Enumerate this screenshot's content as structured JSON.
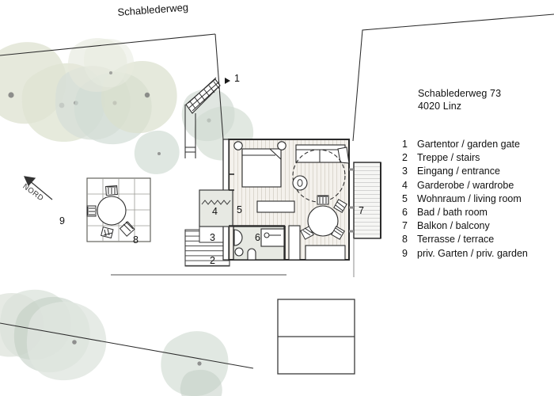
{
  "site": {
    "street_label": "Schablederweg",
    "north_label": "NORD"
  },
  "address": {
    "line1": "Schablederweg 73",
    "line2": "4020 Linz"
  },
  "legend": {
    "items": [
      {
        "num": "1",
        "label": "Gartentor / garden gate"
      },
      {
        "num": "2",
        "label": "Treppe / stairs"
      },
      {
        "num": "3",
        "label": "Eingang / entrance"
      },
      {
        "num": "4",
        "label": "Garderobe / wardrobe"
      },
      {
        "num": "5",
        "label": "Wohnraum / living room"
      },
      {
        "num": "6",
        "label": "Bad / bath room"
      },
      {
        "num": "7",
        "label": "Balkon / balcony"
      },
      {
        "num": "8",
        "label": "Terrasse / terrace"
      },
      {
        "num": "9",
        "label": "priv. Garten / priv. garden"
      }
    ]
  },
  "plan_markers": {
    "gate": "1",
    "stairs": "2",
    "entrance": "3",
    "wardrobe": "4",
    "living_room": "5",
    "bath_room": "6",
    "balcony": "7",
    "terrace": "8",
    "private_garden": "9"
  },
  "colors": {
    "background": "#ffffff",
    "line": "#1a1a1a",
    "line_soft": "#6e6e6e",
    "tree_olive": "#d6dcc6",
    "tree_sage": "#cfd9d0",
    "tree_grey_green": "#dde3dd",
    "tree_deep": "#b8c7ba",
    "tree_trunk": "#6b6b6b",
    "floor_plank": "#f2efe9",
    "room_fill_grey": "#e6e8e2",
    "paving": "#ffffff",
    "balcony_deck": "#f4f4f2"
  }
}
